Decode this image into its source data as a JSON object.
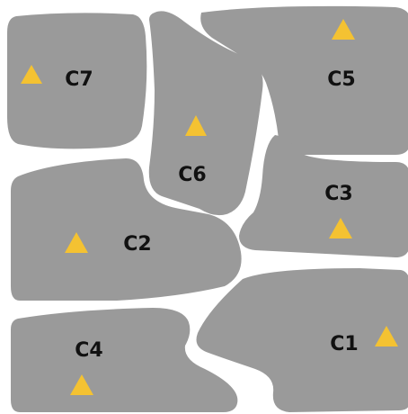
{
  "colors": {
    "background": "#ffffff",
    "region_fill": "#9a9a9a",
    "label": "#111111",
    "marker": "#f4c232"
  },
  "marker_icon": "triangle-marker",
  "regions": [
    {
      "id": "C1",
      "label": "C1"
    },
    {
      "id": "C2",
      "label": "C2"
    },
    {
      "id": "C3",
      "label": "C3"
    },
    {
      "id": "C4",
      "label": "C4"
    },
    {
      "id": "C5",
      "label": "C5"
    },
    {
      "id": "C6",
      "label": "C6"
    },
    {
      "id": "C7",
      "label": "C7"
    }
  ]
}
